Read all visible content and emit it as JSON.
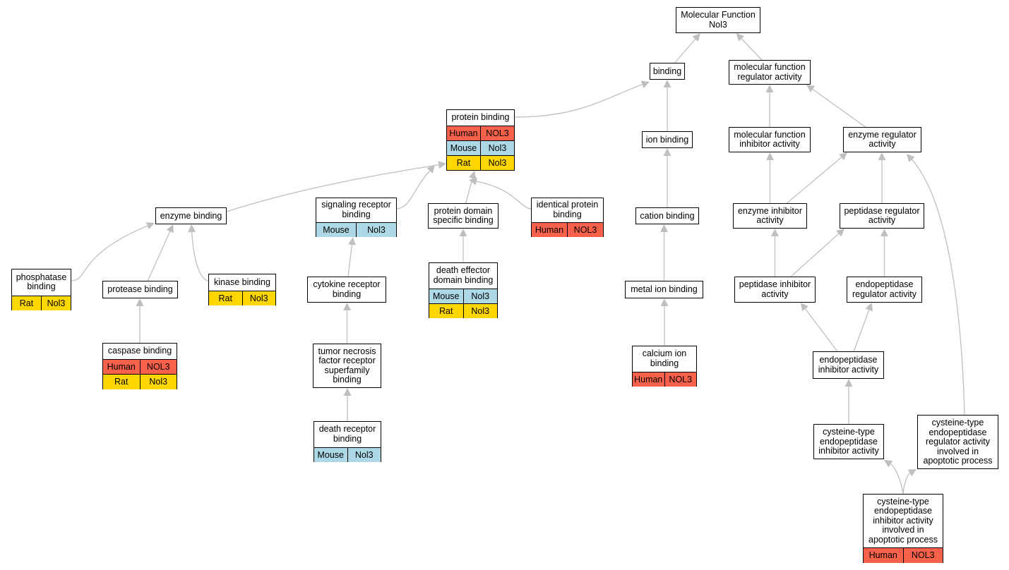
{
  "colors": {
    "human": "#f9614a",
    "mouse": "#add8e6",
    "rat": "#ffd700",
    "edge": "#bfbfbf"
  },
  "nodes": [
    {
      "id": "mf",
      "label": "Molecular Function\nNol3",
      "annotations": []
    },
    {
      "id": "binding",
      "label": "binding",
      "annotations": []
    },
    {
      "id": "mfra",
      "label": "molecular function\nregulator activity",
      "annotations": []
    },
    {
      "id": "protein_binding",
      "label": "protein binding",
      "annotations": [
        {
          "species": "Human",
          "gene": "NOL3"
        },
        {
          "species": "Mouse",
          "gene": "Nol3"
        },
        {
          "species": "Rat",
          "gene": "Nol3"
        }
      ]
    },
    {
      "id": "ion_binding",
      "label": "ion binding",
      "annotations": []
    },
    {
      "id": "mfia",
      "label": "molecular function\ninhibitor activity",
      "annotations": []
    },
    {
      "id": "era",
      "label": "enzyme regulator\nactivity",
      "annotations": []
    },
    {
      "id": "enzyme_binding",
      "label": "enzyme binding",
      "annotations": []
    },
    {
      "id": "signaling_receptor_binding",
      "label": "signaling receptor\nbinding",
      "annotations": [
        {
          "species": "Mouse",
          "gene": "Nol3"
        }
      ]
    },
    {
      "id": "protein_domain_specific_binding",
      "label": "protein domain\nspecific binding",
      "annotations": []
    },
    {
      "id": "identical_protein_binding",
      "label": "identical protein\nbinding",
      "annotations": [
        {
          "species": "Human",
          "gene": "NOL3"
        }
      ]
    },
    {
      "id": "cation_binding",
      "label": "cation binding",
      "annotations": []
    },
    {
      "id": "eia",
      "label": "enzyme inhibitor\nactivity",
      "annotations": []
    },
    {
      "id": "pra",
      "label": "peptidase regulator\nactivity",
      "annotations": []
    },
    {
      "id": "phosphatase_binding",
      "label": "phosphatase\nbinding",
      "annotations": [
        {
          "species": "Rat",
          "gene": "Nol3"
        }
      ]
    },
    {
      "id": "protease_binding",
      "label": "protease binding",
      "annotations": []
    },
    {
      "id": "kinase_binding",
      "label": "kinase binding",
      "annotations": [
        {
          "species": "Rat",
          "gene": "Nol3"
        }
      ]
    },
    {
      "id": "cytokine_receptor_binding",
      "label": "cytokine receptor\nbinding",
      "annotations": []
    },
    {
      "id": "death_effector_domain_binding",
      "label": "death effector\ndomain binding",
      "annotations": [
        {
          "species": "Mouse",
          "gene": "Nol3"
        },
        {
          "species": "Rat",
          "gene": "Nol3"
        }
      ]
    },
    {
      "id": "metal_ion_binding",
      "label": "metal ion binding",
      "annotations": []
    },
    {
      "id": "pia",
      "label": "peptidase inhibitor\nactivity",
      "annotations": []
    },
    {
      "id": "epra",
      "label": "endopeptidase\nregulator activity",
      "annotations": []
    },
    {
      "id": "caspase_binding",
      "label": "caspase binding",
      "annotations": [
        {
          "species": "Human",
          "gene": "NOL3"
        },
        {
          "species": "Rat",
          "gene": "Nol3"
        }
      ]
    },
    {
      "id": "tnfr_binding",
      "label": "tumor necrosis\nfactor receptor\nsuperfamily\nbinding",
      "annotations": []
    },
    {
      "id": "calcium_ion_binding",
      "label": "calcium ion\nbinding",
      "annotations": [
        {
          "species": "Human",
          "gene": "NOL3"
        }
      ]
    },
    {
      "id": "epia",
      "label": "endopeptidase\ninhibitor activity",
      "annotations": []
    },
    {
      "id": "death_receptor_binding",
      "label": "death receptor\nbinding",
      "annotations": [
        {
          "species": "Mouse",
          "gene": "Nol3"
        }
      ]
    },
    {
      "id": "ctepia",
      "label": "cysteine-type\nendopeptidase\ninhibitor activity",
      "annotations": []
    },
    {
      "id": "ctepra_apop",
      "label": "cysteine-type\nendopeptidase\nregulator activity\ninvolved in\napoptotic process",
      "annotations": []
    },
    {
      "id": "ctepia_apop",
      "label": "cysteine-type\nendopeptidase\ninhibitor activity\ninvolved in\napoptotic process",
      "annotations": [
        {
          "species": "Human",
          "gene": "NOL3"
        }
      ]
    }
  ],
  "edges": [
    {
      "from": "binding",
      "to": "mf"
    },
    {
      "from": "mfra",
      "to": "mf"
    },
    {
      "from": "protein_binding",
      "to": "binding"
    },
    {
      "from": "ion_binding",
      "to": "binding"
    },
    {
      "from": "mfia",
      "to": "mfra"
    },
    {
      "from": "era",
      "to": "mfra"
    },
    {
      "from": "enzyme_binding",
      "to": "protein_binding"
    },
    {
      "from": "signaling_receptor_binding",
      "to": "protein_binding"
    },
    {
      "from": "protein_domain_specific_binding",
      "to": "protein_binding"
    },
    {
      "from": "identical_protein_binding",
      "to": "protein_binding"
    },
    {
      "from": "cation_binding",
      "to": "ion_binding"
    },
    {
      "from": "eia",
      "to": "mfia"
    },
    {
      "from": "eia",
      "to": "era"
    },
    {
      "from": "pra",
      "to": "era"
    },
    {
      "from": "ctepra_apop",
      "to": "era"
    },
    {
      "from": "phosphatase_binding",
      "to": "enzyme_binding"
    },
    {
      "from": "protease_binding",
      "to": "enzyme_binding"
    },
    {
      "from": "kinase_binding",
      "to": "enzyme_binding"
    },
    {
      "from": "cytokine_receptor_binding",
      "to": "signaling_receptor_binding"
    },
    {
      "from": "death_effector_domain_binding",
      "to": "protein_domain_specific_binding"
    },
    {
      "from": "metal_ion_binding",
      "to": "cation_binding"
    },
    {
      "from": "pia",
      "to": "eia"
    },
    {
      "from": "pia",
      "to": "pra"
    },
    {
      "from": "epra",
      "to": "pra"
    },
    {
      "from": "caspase_binding",
      "to": "protease_binding"
    },
    {
      "from": "tnfr_binding",
      "to": "cytokine_receptor_binding"
    },
    {
      "from": "calcium_ion_binding",
      "to": "metal_ion_binding"
    },
    {
      "from": "epia",
      "to": "pia"
    },
    {
      "from": "epia",
      "to": "epra"
    },
    {
      "from": "death_receptor_binding",
      "to": "tnfr_binding"
    },
    {
      "from": "ctepia",
      "to": "epia"
    },
    {
      "from": "ctepia_apop",
      "to": "ctepia"
    },
    {
      "from": "ctepia_apop",
      "to": "ctepra_apop"
    }
  ]
}
